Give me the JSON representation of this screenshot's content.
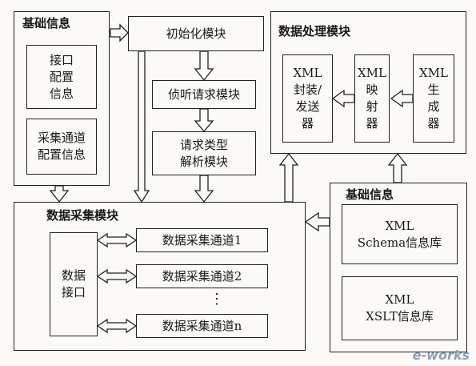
{
  "basic_info_left": {
    "title": "基础信息",
    "interface_config": [
      "接口",
      "配置",
      "信息"
    ],
    "channel_config": [
      "采集通道",
      "配置信息"
    ]
  },
  "init_module": "初始化模块",
  "listen_module": "侦听请求模块",
  "parse_module": [
    "请求类型",
    "解析模块"
  ],
  "data_processing": {
    "title": "数据处理模块",
    "packager": [
      "XML",
      "封装/",
      "发送",
      "器"
    ],
    "mapper": [
      "XML",
      "映",
      "射",
      "器"
    ],
    "generator": [
      "XML",
      "生",
      "成",
      "器"
    ]
  },
  "data_collection": {
    "title": "数据采集模块",
    "interface": [
      "数据",
      "接口"
    ],
    "channels": [
      "数据采集通道1",
      "数据采集通道2",
      "数据采集通道n"
    ],
    "ellipsis": "⋮"
  },
  "basic_info_right": {
    "title": "基础信息",
    "schema_lib": [
      "XML",
      "Schema信息库"
    ],
    "xslt_lib": [
      "XML",
      "XSLT信息库"
    ]
  },
  "watermark": "e-works"
}
